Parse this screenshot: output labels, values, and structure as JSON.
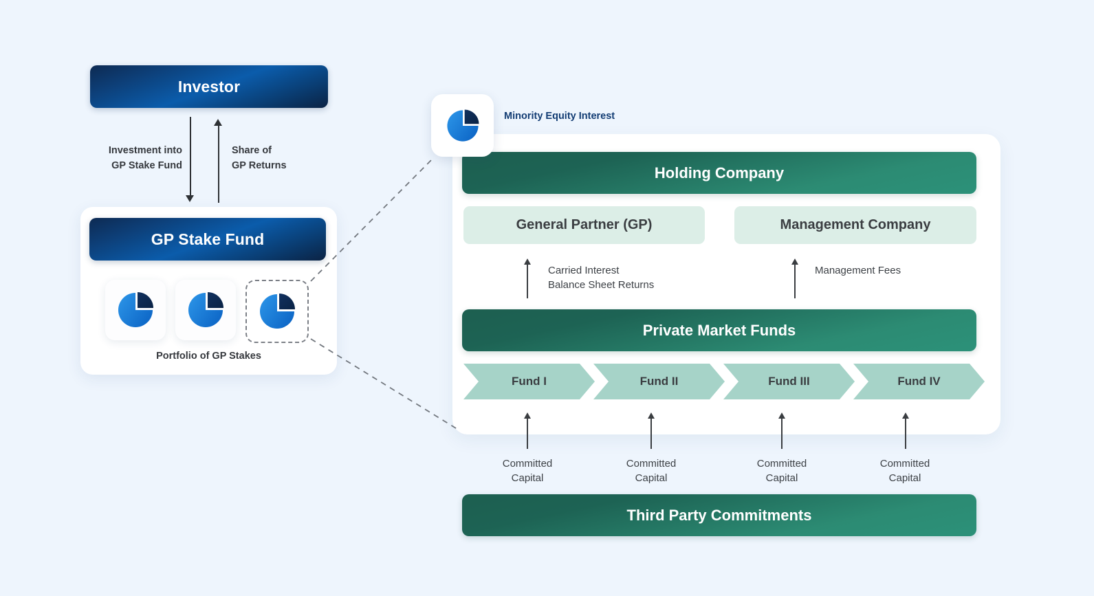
{
  "background_color": "#eef5fd",
  "left_flow": {
    "investor": {
      "label": "Investor",
      "color": "#0b3f78"
    },
    "gp_stake_fund": {
      "label": "GP Stake Fund",
      "color": "#0b3f78"
    },
    "portfolio_label": "Portfolio of GP Stakes",
    "down_arrow_label": "Investment into\nGP Stake Fund",
    "up_arrow_label": "Share of\nGP Returns",
    "pie_icons": [
      {
        "name": "pie-chart-icon"
      },
      {
        "name": "pie-chart-icon"
      },
      {
        "name": "pie-chart-icon",
        "selected": true
      }
    ]
  },
  "minority": {
    "icon": "pie-chart-icon",
    "label": "Minority Equity Interest",
    "label_color": "#123c73"
  },
  "right_panel": {
    "holding_company": {
      "label": "Holding Company",
      "color": "#2c8b73"
    },
    "entities": [
      {
        "label": "General Partner (GP)",
        "color": "#dceee7"
      },
      {
        "label": "Management Company",
        "color": "#dceee7"
      }
    ],
    "flows": [
      {
        "label": "Carried Interest\nBalance Sheet Returns"
      },
      {
        "label": "Management Fees"
      }
    ],
    "private_market_funds": {
      "label": "Private Market Funds",
      "color": "#2c8b73"
    },
    "funds": [
      {
        "label": "Fund I"
      },
      {
        "label": "Fund II"
      },
      {
        "label": "Fund III"
      },
      {
        "label": "Fund IV"
      }
    ],
    "committed_capital": [
      {
        "label": "Committed\nCapital"
      },
      {
        "label": "Committed\nCapital"
      },
      {
        "label": "Committed\nCapital"
      },
      {
        "label": "Committed\nCapital"
      }
    ],
    "third_party_commitments": {
      "label": "Third Party Commitments",
      "color": "#2c8b73"
    }
  }
}
